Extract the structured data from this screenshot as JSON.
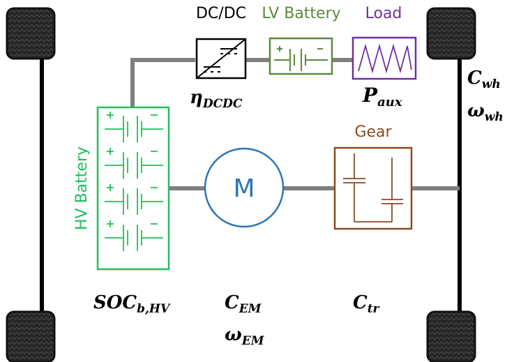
{
  "diagram": {
    "labels": {
      "dcdc": "DC/DC",
      "lv_battery": "LV Battery",
      "load": "Load",
      "hv_battery": "HV Battery",
      "gear": "Gear",
      "motor": "M"
    },
    "variables": {
      "eta_dcdc": {
        "base": "η",
        "sub": "DCDC"
      },
      "p_aux": {
        "base": "P",
        "sub": "aux"
      },
      "c_wh": {
        "base": "C",
        "sub": "wh"
      },
      "omega_wh": {
        "base": "ω",
        "sub": "wh"
      },
      "soc": {
        "base": "SOC",
        "sub": "b,HV"
      },
      "c_em": {
        "base": "C",
        "sub": "EM"
      },
      "omega_em": {
        "base": "ω",
        "sub": "EM"
      },
      "c_tr": {
        "base": "C",
        "sub": "tr"
      }
    },
    "colors": {
      "wire": "#7f7f7f",
      "axle": "#000000",
      "tire": "#1c1c1c",
      "dcdc": "#000000",
      "lv_battery": "#5a8a3a",
      "load": "#7030a0",
      "hv_battery": "#1fbf5a",
      "motor": "#2e75b6",
      "gear": "#8b4a1f"
    }
  }
}
